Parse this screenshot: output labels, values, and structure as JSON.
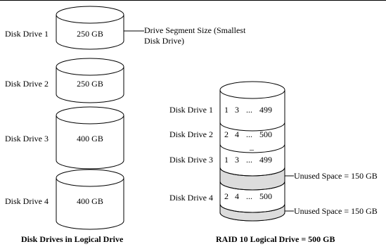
{
  "left": {
    "caption": "Disk Drives in Logical Drive",
    "drives": [
      {
        "label": "Disk Drive 1",
        "size": "250 GB"
      },
      {
        "label": "Disk Drive 2",
        "size": "250 GB"
      },
      {
        "label": "Disk Drive 3",
        "size": "400 GB"
      },
      {
        "label": "Disk Drive 4",
        "size": "400 GB"
      }
    ],
    "annotation": {
      "line1": "Drive Segment Size (Smallest",
      "line2": "Disk Drive)"
    }
  },
  "right": {
    "caption": "RAID 10 Logical Drive = 500 GB",
    "segments": [
      {
        "label": "Disk Drive 1",
        "blocks": [
          "1",
          "3",
          "...",
          "499"
        ]
      },
      {
        "label": "Disk Drive 2",
        "blocks": [
          "2",
          "4",
          "...",
          "500"
        ]
      },
      {
        "label": "Disk Drive 3",
        "blocks": [
          "1",
          "3",
          "...",
          "499"
        ]
      },
      {
        "label": "Disk Drive 4",
        "blocks": [
          "2",
          "4",
          "...",
          "500"
        ]
      }
    ],
    "unused_labels": [
      "Unused Space = 150 GB",
      "Unused Space = 150 GB"
    ],
    "divider_mark": "_"
  }
}
